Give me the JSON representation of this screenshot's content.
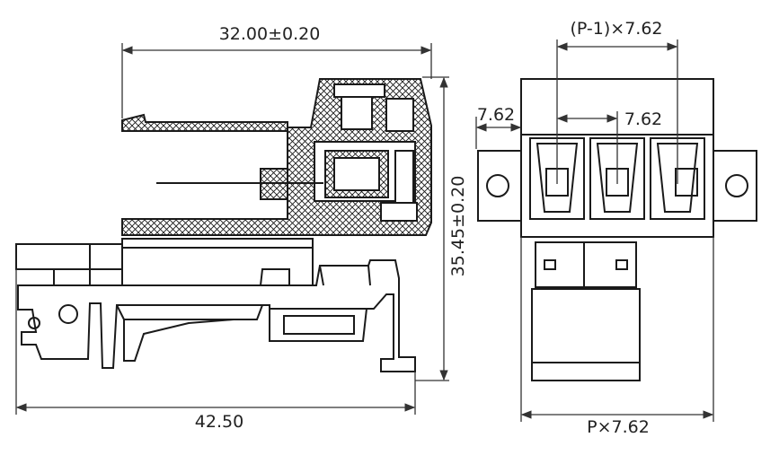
{
  "dimensions": {
    "top_width": "32.00±0.20",
    "bottom_width": "42.50",
    "height": "35.45±0.20",
    "pitch_span": "(P-1)×7.62",
    "pitch_left": "7.62",
    "pitch_inner": "7.62",
    "overall_width": "P×7.62"
  },
  "colors": {
    "line": "#1a1a1a",
    "dim_line": "#333333",
    "text": "#222222",
    "hatch": "#1a1a1a",
    "background": "#ffffff"
  }
}
